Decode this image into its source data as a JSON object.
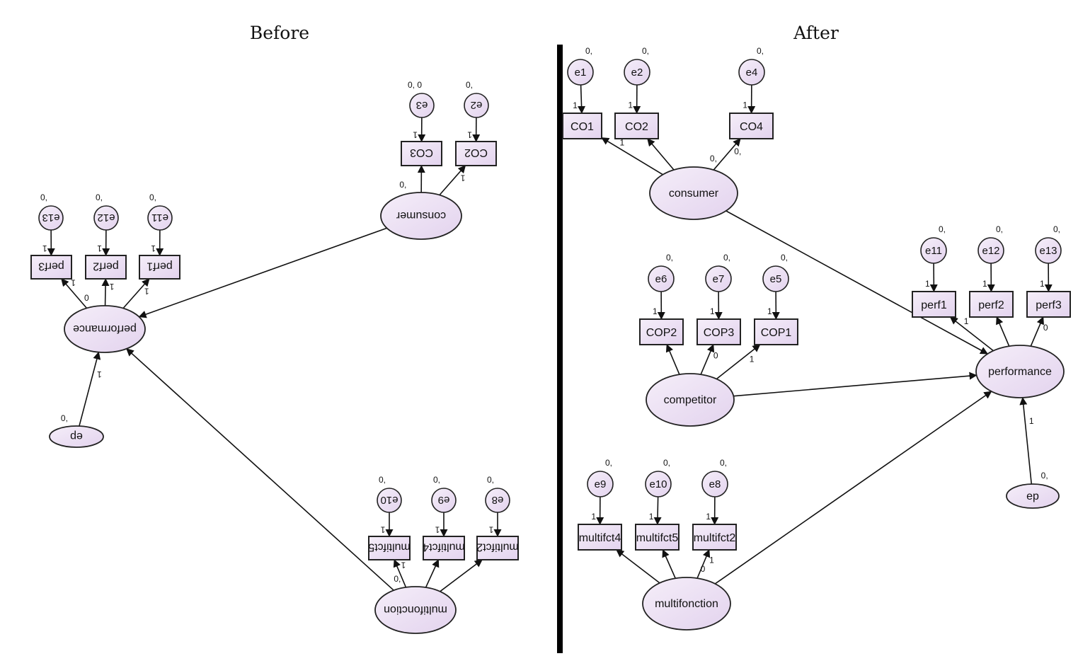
{
  "titles": {
    "before": "Before",
    "after": "After"
  },
  "colors": {
    "fill_light": "#f5eef9",
    "fill_mid": "#e3d3ee",
    "stroke": "#222222",
    "divider": "#000000"
  },
  "before": {
    "latents": [
      {
        "id": "b_consumer",
        "label": "consumer",
        "variance": "0,"
      },
      {
        "id": "b_performance",
        "label": "performance",
        "variance": "0"
      },
      {
        "id": "b_multifonction",
        "label": "multifonction",
        "variance": "0,"
      },
      {
        "id": "b_ep",
        "label": "ep",
        "variance": "0,"
      }
    ],
    "observed": [
      {
        "id": "b_CO3",
        "label": "CO3"
      },
      {
        "id": "b_CO2",
        "label": "CO2"
      },
      {
        "id": "b_perf3",
        "label": "perf3"
      },
      {
        "id": "b_perf2",
        "label": "perf2"
      },
      {
        "id": "b_perf1",
        "label": "perf1"
      },
      {
        "id": "b_multifct5",
        "label": "multifct5"
      },
      {
        "id": "b_multifct4",
        "label": "multifct4"
      },
      {
        "id": "b_multifct2",
        "label": "multifct2"
      }
    ],
    "errors": [
      {
        "id": "b_e3",
        "label": "e3",
        "variance": "0, 0"
      },
      {
        "id": "b_e2",
        "label": "e2",
        "variance": "0,"
      },
      {
        "id": "b_e13",
        "label": "e13",
        "variance": "0,"
      },
      {
        "id": "b_e12",
        "label": "e12",
        "variance": "0,"
      },
      {
        "id": "b_e11",
        "label": "e11",
        "variance": "0,"
      },
      {
        "id": "b_e10",
        "label": "e10",
        "variance": "0,"
      },
      {
        "id": "b_e9",
        "label": "e9",
        "variance": "0,"
      },
      {
        "id": "b_e8",
        "label": "e8",
        "variance": "0,"
      }
    ],
    "paths": [
      {
        "from": "b_e3",
        "to": "b_CO3",
        "label": "1"
      },
      {
        "from": "b_e2",
        "to": "b_CO2",
        "label": "1"
      },
      {
        "from": "b_consumer",
        "to": "b_CO3",
        "label": ""
      },
      {
        "from": "b_consumer",
        "to": "b_CO2",
        "label": "1"
      },
      {
        "from": "b_e13",
        "to": "b_perf3",
        "label": "1"
      },
      {
        "from": "b_e12",
        "to": "b_perf2",
        "label": "1"
      },
      {
        "from": "b_e11",
        "to": "b_perf1",
        "label": "1"
      },
      {
        "from": "b_performance",
        "to": "b_perf3",
        "label": "1"
      },
      {
        "from": "b_performance",
        "to": "b_perf2",
        "label": "1"
      },
      {
        "from": "b_performance",
        "to": "b_perf1",
        "label": "1"
      },
      {
        "from": "b_consumer",
        "to": "b_performance",
        "label": ""
      },
      {
        "from": "b_multifonction",
        "to": "b_performance",
        "label": ""
      },
      {
        "from": "b_ep",
        "to": "b_performance",
        "label": "1"
      },
      {
        "from": "b_e10",
        "to": "b_multifct5",
        "label": "1"
      },
      {
        "from": "b_e9",
        "to": "b_multifct4",
        "label": "1"
      },
      {
        "from": "b_e8",
        "to": "b_multifct2",
        "label": "1"
      },
      {
        "from": "b_multifonction",
        "to": "b_multifct5",
        "label": "1"
      },
      {
        "from": "b_multifonction",
        "to": "b_multifct4",
        "label": ""
      },
      {
        "from": "b_multifonction",
        "to": "b_multifct2",
        "label": ""
      }
    ]
  },
  "after": {
    "latents": [
      {
        "id": "a_consumer",
        "label": "consumer",
        "variance": "0,"
      },
      {
        "id": "a_competitor",
        "label": "competitor",
        "variance": ""
      },
      {
        "id": "a_performance",
        "label": "performance",
        "variance": ""
      },
      {
        "id": "a_multifonction",
        "label": "multifonction",
        "variance": ""
      },
      {
        "id": "a_ep",
        "label": "ep",
        "variance": "0,"
      }
    ],
    "observed": [
      {
        "id": "a_CO1",
        "label": "CO1"
      },
      {
        "id": "a_CO2",
        "label": "CO2"
      },
      {
        "id": "a_CO4",
        "label": "CO4"
      },
      {
        "id": "a_COP2",
        "label": "COP2"
      },
      {
        "id": "a_COP3",
        "label": "COP3"
      },
      {
        "id": "a_COP1",
        "label": "COP1"
      },
      {
        "id": "a_perf1",
        "label": "perf1"
      },
      {
        "id": "a_perf2",
        "label": "perf2"
      },
      {
        "id": "a_perf3",
        "label": "perf3"
      },
      {
        "id": "a_multifct4",
        "label": "multifct4"
      },
      {
        "id": "a_multifct5",
        "label": "multifct5"
      },
      {
        "id": "a_multifct2",
        "label": "multifct2"
      }
    ],
    "errors": [
      {
        "id": "a_e1",
        "label": "e1",
        "variance": "0,"
      },
      {
        "id": "a_e2",
        "label": "e2",
        "variance": "0,"
      },
      {
        "id": "a_e4",
        "label": "e4",
        "variance": "0,"
      },
      {
        "id": "a_e6",
        "label": "e6",
        "variance": "0,"
      },
      {
        "id": "a_e7",
        "label": "e7",
        "variance": "0,"
      },
      {
        "id": "a_e5",
        "label": "e5",
        "variance": "0,"
      },
      {
        "id": "a_e11",
        "label": "e11",
        "variance": "0,"
      },
      {
        "id": "a_e12",
        "label": "e12",
        "variance": "0,"
      },
      {
        "id": "a_e13",
        "label": "e13",
        "variance": "0,"
      },
      {
        "id": "a_e9",
        "label": "e9",
        "variance": "0,"
      },
      {
        "id": "a_e10",
        "label": "e10",
        "variance": "0,"
      },
      {
        "id": "a_e8",
        "label": "e8",
        "variance": "0,"
      }
    ],
    "paths": [
      {
        "from": "a_e1",
        "to": "a_CO1",
        "label": "1"
      },
      {
        "from": "a_e2",
        "to": "a_CO2",
        "label": "1"
      },
      {
        "from": "a_e4",
        "to": "a_CO4",
        "label": "1"
      },
      {
        "from": "a_consumer",
        "to": "a_CO1",
        "label": "1"
      },
      {
        "from": "a_consumer",
        "to": "a_CO2",
        "label": ""
      },
      {
        "from": "a_consumer",
        "to": "a_CO4",
        "label": "0,"
      },
      {
        "from": "a_e6",
        "to": "a_COP2",
        "label": "1"
      },
      {
        "from": "a_e7",
        "to": "a_COP3",
        "label": "1"
      },
      {
        "from": "a_e5",
        "to": "a_COP1",
        "label": "1"
      },
      {
        "from": "a_competitor",
        "to": "a_COP2",
        "label": ""
      },
      {
        "from": "a_competitor",
        "to": "a_COP3",
        "label": "0"
      },
      {
        "from": "a_competitor",
        "to": "a_COP1",
        "label": "1"
      },
      {
        "from": "a_e11",
        "to": "a_perf1",
        "label": "1"
      },
      {
        "from": "a_e12",
        "to": "a_perf2",
        "label": "1"
      },
      {
        "from": "a_e13",
        "to": "a_perf3",
        "label": "1"
      },
      {
        "from": "a_performance",
        "to": "a_perf1",
        "label": "1"
      },
      {
        "from": "a_performance",
        "to": "a_perf2",
        "label": ""
      },
      {
        "from": "a_performance",
        "to": "a_perf3",
        "label": "0"
      },
      {
        "from": "a_consumer",
        "to": "a_performance",
        "label": ""
      },
      {
        "from": "a_competitor",
        "to": "a_performance",
        "label": ""
      },
      {
        "from": "a_multifonction",
        "to": "a_performance",
        "label": ""
      },
      {
        "from": "a_ep",
        "to": "a_performance",
        "label": "1"
      },
      {
        "from": "a_e9",
        "to": "a_multifct4",
        "label": "1"
      },
      {
        "from": "a_e10",
        "to": "a_multifct5",
        "label": "1"
      },
      {
        "from": "a_e8",
        "to": "a_multifct2",
        "label": "1"
      },
      {
        "from": "a_multifonction",
        "to": "a_multifct4",
        "label": ""
      },
      {
        "from": "a_multifonction",
        "to": "a_multifct5",
        "label": ""
      },
      {
        "from": "a_multifonction",
        "to": "a_multifct2",
        "label": "1"
      }
    ],
    "extra_labels": [
      {
        "near": "a_multifct2",
        "text": "0"
      }
    ]
  }
}
